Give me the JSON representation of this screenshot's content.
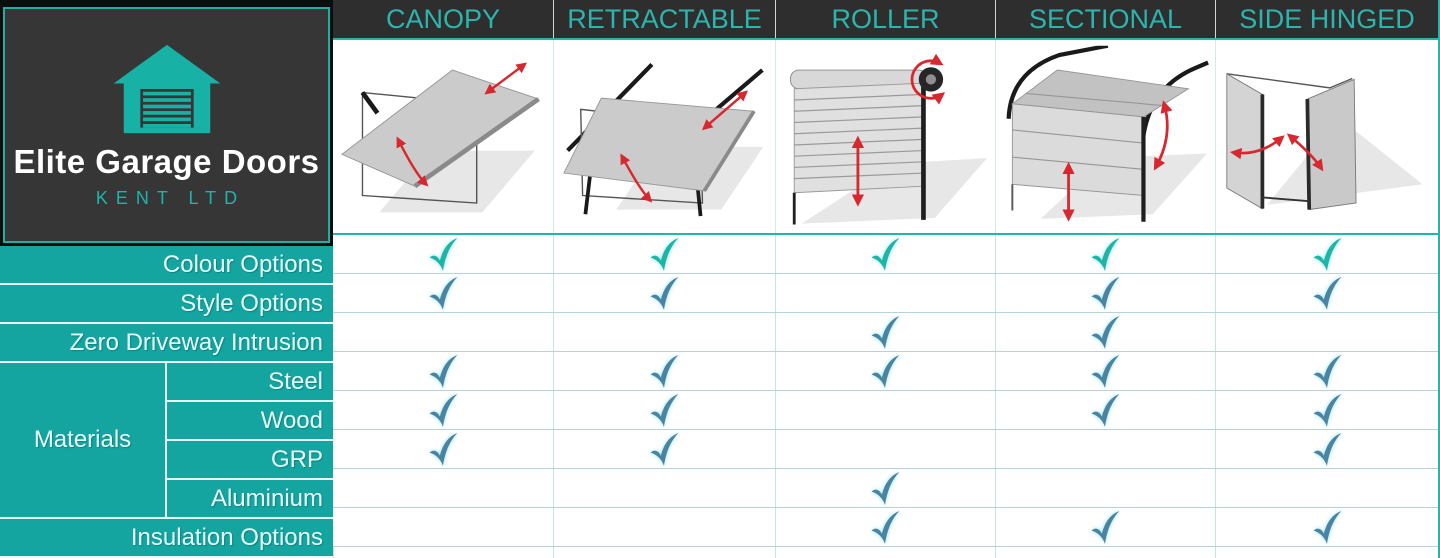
{
  "brand": {
    "title": "Elite Garage Doors",
    "subtitle": "KENT LTD",
    "logo_icon": "garage-house-icon"
  },
  "columns": [
    {
      "label": "CANOPY",
      "illustration": "canopy-door-diagram"
    },
    {
      "label": "RETRACTABLE",
      "illustration": "retractable-door-diagram"
    },
    {
      "label": "ROLLER",
      "illustration": "roller-door-diagram"
    },
    {
      "label": "SECTIONAL",
      "illustration": "sectional-door-diagram"
    },
    {
      "label": "SIDE HINGED",
      "illustration": "side-hinged-door-diagram"
    }
  ],
  "materials_group_label": "Materials",
  "chart_data": {
    "type": "table",
    "title": "Elite Garage Doors",
    "columns": [
      "CANOPY",
      "RETRACTABLE",
      "ROLLER",
      "SECTIONAL",
      "SIDE HINGED"
    ],
    "rows": [
      {
        "label": "Colour Options",
        "group": "",
        "values": [
          true,
          true,
          true,
          true,
          true
        ],
        "check_color": "#1db5a6"
      },
      {
        "label": "Style Options",
        "group": "",
        "values": [
          true,
          true,
          false,
          true,
          true
        ],
        "check_color": "#4a84a3"
      },
      {
        "label": "Zero Driveway Intrusion",
        "group": "",
        "values": [
          false,
          false,
          true,
          true,
          false
        ],
        "check_color": "#4a84a3"
      },
      {
        "label": "Steel",
        "group": "Materials",
        "values": [
          true,
          true,
          true,
          true,
          true
        ],
        "check_color": "#4a84a3"
      },
      {
        "label": "Wood",
        "group": "Materials",
        "values": [
          true,
          true,
          false,
          true,
          true
        ],
        "check_color": "#4a84a3"
      },
      {
        "label": "GRP",
        "group": "Materials",
        "values": [
          true,
          true,
          false,
          false,
          true
        ],
        "check_color": "#4a84a3"
      },
      {
        "label": "Aluminium",
        "group": "Materials",
        "values": [
          false,
          false,
          true,
          false,
          false
        ],
        "check_color": "#4a84a3"
      },
      {
        "label": "Insulation Options",
        "group": "",
        "values": [
          false,
          false,
          true,
          true,
          true
        ],
        "check_color": "#4a84a3"
      }
    ]
  },
  "colors": {
    "brand_teal": "#17b1a6",
    "row_label_bg": "#14a5a0",
    "header_bg": "#2e2e2e",
    "header_text": "#2cb5ad",
    "check_teal": "#1db5a6",
    "check_steel": "#4a84a3",
    "arrow_red": "#d7282f"
  }
}
